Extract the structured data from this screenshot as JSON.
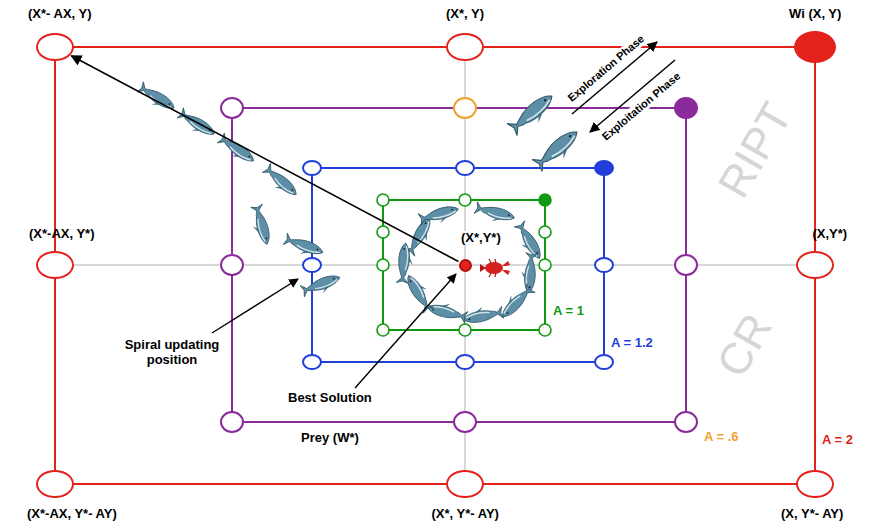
{
  "diagram": {
    "nodes": [
      {
        "text": [
          "A = 2"
        ]
      },
      {
        "text": [
          "A = .6"
        ],
        "in": 0
      },
      {
        "text": [
          "A = 1.2"
        ],
        "in": 1
      },
      {
        "text": [
          "A = 1"
        ],
        "in": 2
      },
      {
        "text": [
          "(X*- AX, Y)"
        ],
        "in": 0
      },
      {
        "text": [
          "(X*, Y)"
        ],
        "in": 0
      },
      {
        "text": [
          "Wi (X, Y)"
        ],
        "in": 0
      },
      {
        "text": [
          "(X*-AX, Y*)"
        ],
        "in": 0
      },
      {
        "text": [
          "(X*,Y*)"
        ],
        "in": 3
      },
      {
        "text": [
          "(X,Y*)"
        ],
        "in": 0
      },
      {
        "text": [
          "(X*-AX, Y*- AY)"
        ],
        "in": 0
      },
      {
        "text": [
          "(X*, Y*- AY)"
        ],
        "in": 0
      },
      {
        "text": [
          "(X, Y*- AY)"
        ],
        "in": 0
      }
    ],
    "edges": [
      {
        "from": 8,
        "to": 4,
        "arrow": "to"
      }
    ],
    "labels": [
      "Exploration Phase",
      "Exploitation Phase",
      "Spiral updating position",
      "Best Solution",
      "Prey (W*)",
      "RIPT",
      "CR"
    ]
  }
}
